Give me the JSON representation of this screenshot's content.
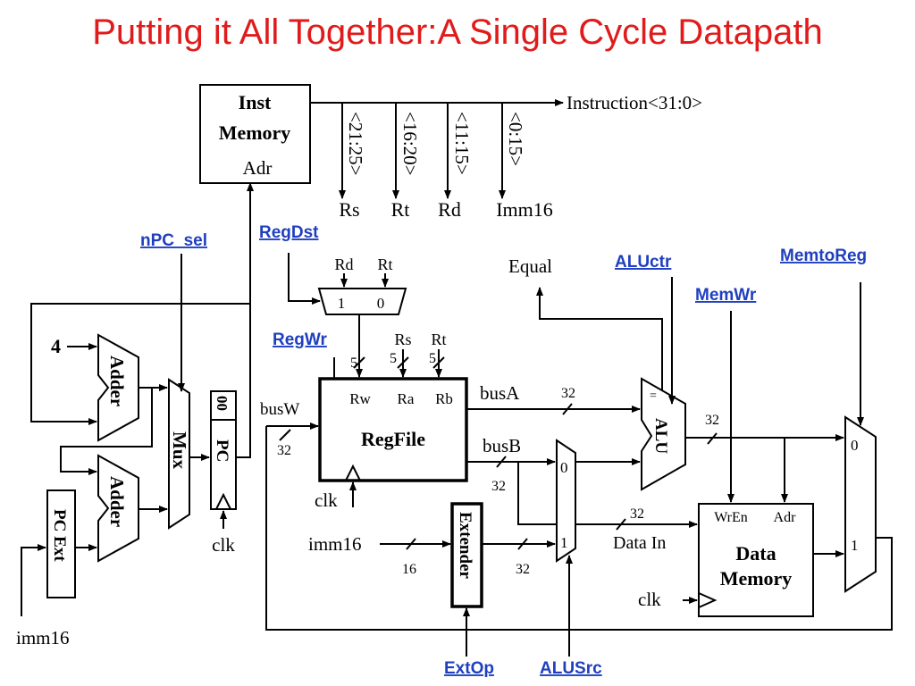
{
  "title": "Putting it All Together:A Single Cycle Datapath",
  "inst_memory": {
    "line1": "Inst",
    "line2": "Memory",
    "addr": "Adr"
  },
  "instruction_bus": "Instruction<31:0>",
  "fields": [
    {
      "bits": "<21:25>",
      "name": "Rs"
    },
    {
      "bits": "<16:20>",
      "name": "Rt"
    },
    {
      "bits": "<11:15>",
      "name": "Rd"
    },
    {
      "bits": "<0:15>",
      "name": "Imm16"
    }
  ],
  "controls": {
    "npc_sel": "nPC_sel",
    "regdst": "RegDst",
    "regwr": "RegWr",
    "aluctr": "ALUctr",
    "memwr": "MemWr",
    "memtoreg": "MemtoReg",
    "extop": "ExtOp",
    "alusrc": "ALUSrc"
  },
  "regdst_mux": {
    "in_rd": "Rd",
    "in_rt": "Rt",
    "sel1": "1",
    "sel0": "0"
  },
  "regfile": {
    "name": "RegFile",
    "ports": {
      "rw": "Rw",
      "ra": "Ra",
      "rb": "Rb"
    },
    "addr_labels": {
      "rs": "Rs",
      "rt": "Rt"
    },
    "clk": "clk"
  },
  "widths": {
    "five": "5",
    "thirtytwo": "32",
    "sixteen": "16"
  },
  "buses": {
    "busA": "busA",
    "busB": "busB",
    "busW": "busW"
  },
  "alu": {
    "name": "ALU",
    "eq": "=",
    "equal": "Equal"
  },
  "alusrc_mux": {
    "in0": "0",
    "in1": "1"
  },
  "extender": {
    "name": "Extender",
    "input": "imm16"
  },
  "data_memory": {
    "line1": "Data",
    "line2": "Memory",
    "wren": "WrEn",
    "adr": "Adr",
    "data_in": "Data In",
    "clk": "clk"
  },
  "memtoreg_mux": {
    "in0": "0",
    "in1": "1"
  },
  "pc_logic": {
    "four": "4",
    "adder": "Adder",
    "mux": "Mux",
    "pc": "PC",
    "pc_bits": "00",
    "pc_clk": "clk",
    "pc_ext": "PC Ext",
    "imm16": "imm16"
  }
}
